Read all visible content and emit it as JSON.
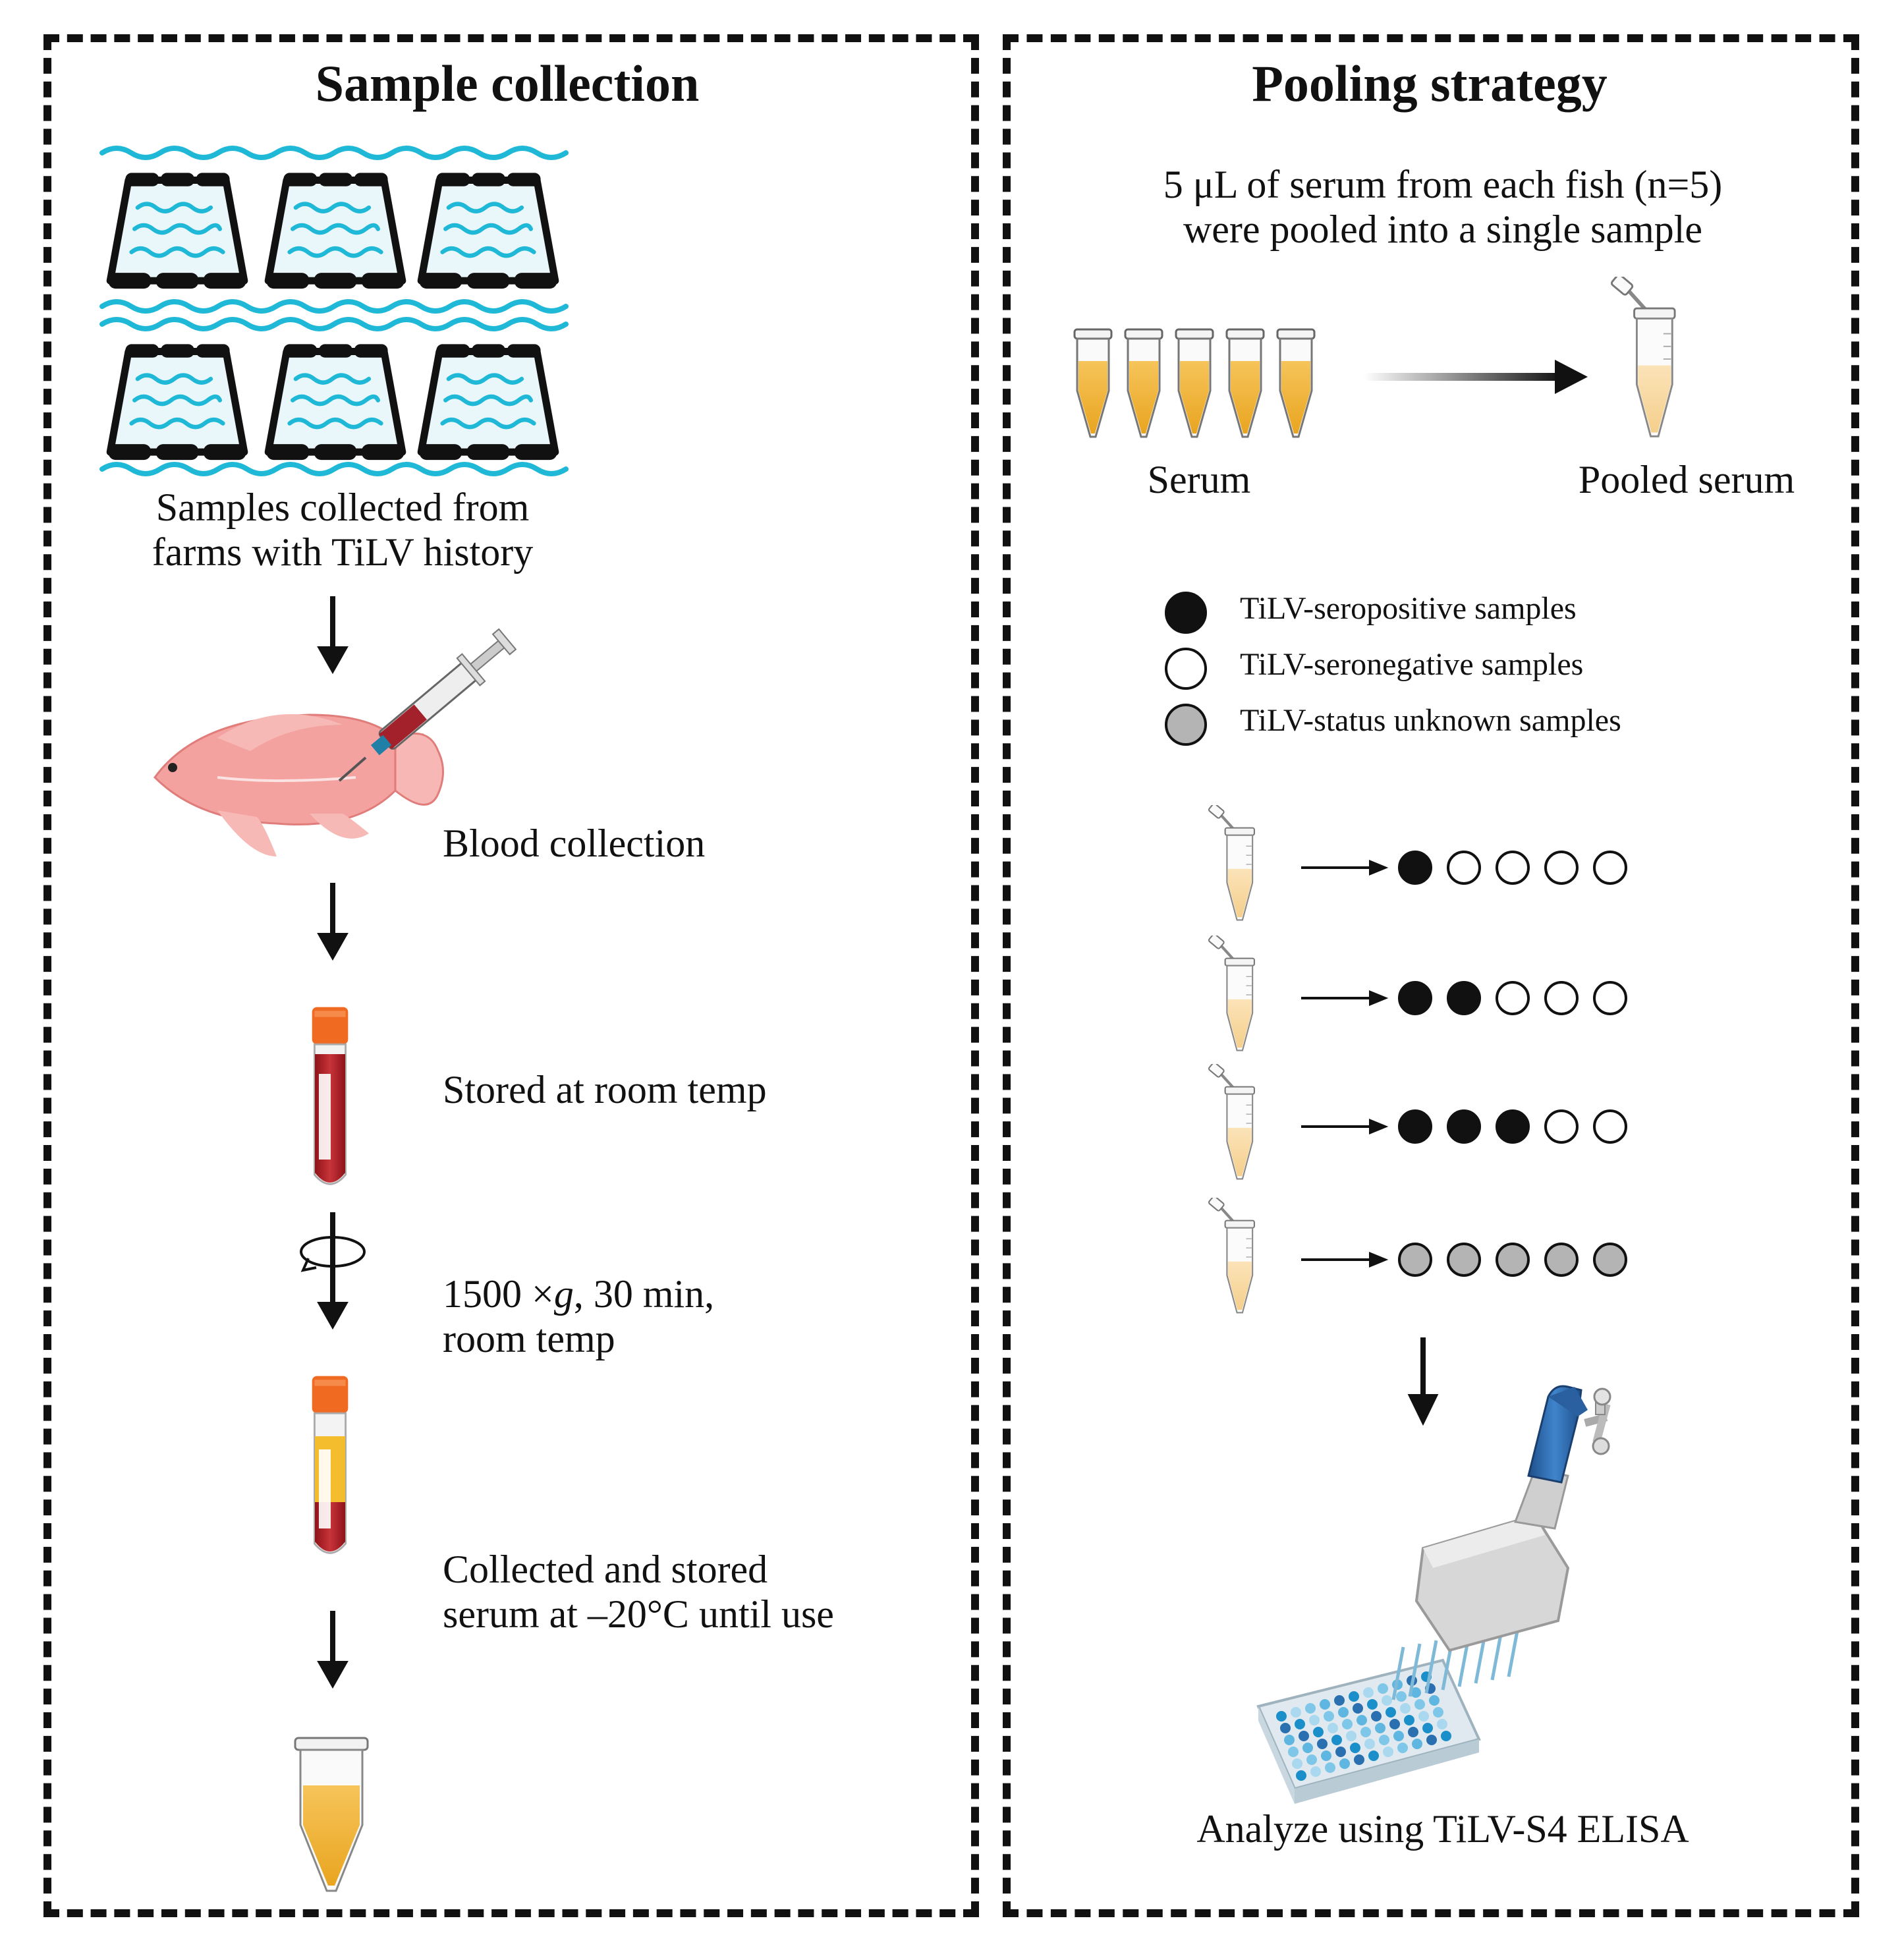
{
  "left_panel": {
    "title": "Sample collection",
    "farm_caption": [
      "Samples collected from",
      "farms with TiLV history"
    ],
    "steps": {
      "blood": "Blood collection",
      "stored": "Stored at room temp",
      "centrifuge_1_pre": "1500 ×",
      "centrifuge_1_g": "g",
      "centrifuge_1_post": ", 30 min,",
      "centrifuge_2": "room temp",
      "serum_1": "Collected and stored",
      "serum_2": "serum at –20°C until use"
    }
  },
  "right_panel": {
    "title": "Pooling strategy",
    "intro": [
      "5 μL of serum from each fish (n=5)",
      "were pooled into a single sample"
    ],
    "serum_label": "Serum",
    "pooled_label": "Pooled serum",
    "legend": [
      {
        "label": "TiLV-seropositive samples",
        "status": "positive"
      },
      {
        "label": "TiLV-seronegative samples",
        "status": "negative"
      },
      {
        "label": "TiLV-status unknown samples",
        "status": "unknown"
      }
    ],
    "pools": [
      [
        "positive",
        "negative",
        "negative",
        "negative",
        "negative"
      ],
      [
        "positive",
        "positive",
        "negative",
        "negative",
        "negative"
      ],
      [
        "positive",
        "positive",
        "positive",
        "negative",
        "negative"
      ],
      [
        "unknown",
        "unknown",
        "unknown",
        "unknown",
        "unknown"
      ]
    ],
    "final_caption": "Analyze using TiLV-S4 ELISA"
  },
  "colors": {
    "positive": "#111111",
    "negative": "#ffffff",
    "unknown": "#b4b4b4",
    "water": "#1fb8d6",
    "serum": "#f2b33a",
    "blood": "#b8232a",
    "cap": "#f06a22",
    "fish": "#f3a2a0",
    "pipette": "#2f6fb3"
  }
}
